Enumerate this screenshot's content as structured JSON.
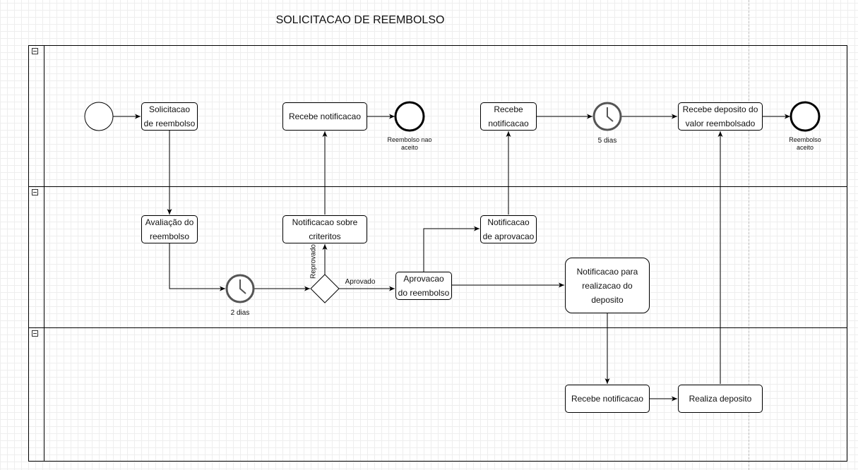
{
  "diagram": {
    "title": "SOLICITACAO DE REEMBOLSO",
    "tasks": {
      "solicitacao": "Solicitacao de reembolso",
      "recebe_notificacao_negada": "Recebe notificacao",
      "recebe_notificacao_aprovada": "Recebe notificacao",
      "recebe_deposito": "Recebe deposito do valor reembolsado",
      "avaliacao": "Avaliação do reembolso",
      "notificacao_criterios": "Notificacao sobre criteritos",
      "notificacao_aprovacao": "Notificacao de aprovacao",
      "aprovacao": "Aprovacao do reembolso",
      "notificacao_deposito": "Notificacao para realizacao do deposito",
      "recebe_notificacao_financeiro": "Recebe notificacao",
      "realiza_deposito": "Realiza deposito"
    },
    "events": {
      "end_negado": "Reembolso nao aceito",
      "end_aceito": "Reembolso aceito",
      "timer_5_dias": "5 dias",
      "timer_2_dias": "2 dias"
    },
    "flow_labels": {
      "aprovado": "Aprovado",
      "reprovado": "Reprovado"
    }
  }
}
